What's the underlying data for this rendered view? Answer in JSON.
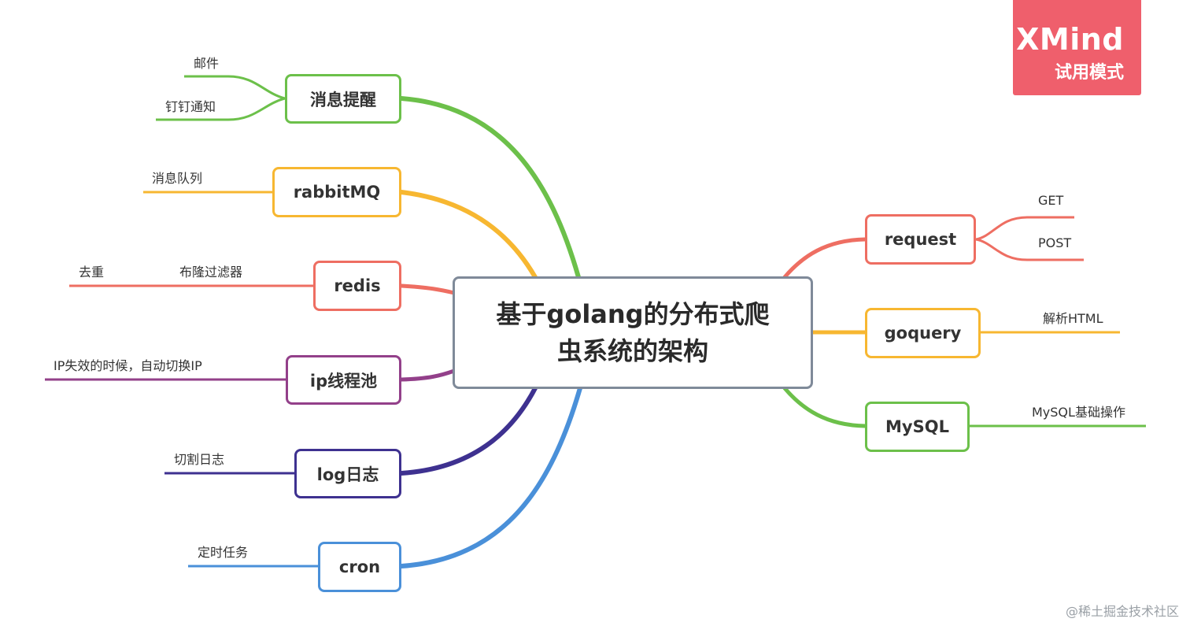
{
  "center_title": {
    "line1": "基于golang的分布式爬",
    "line2": "虫系统的架构"
  },
  "left_branches": [
    {
      "label": "消息提醒",
      "color": "#6cc04a",
      "leaves": [
        "邮件",
        "钉钉通知"
      ]
    },
    {
      "label": "rabbitMQ",
      "color": "#f7b731",
      "leaves": [
        "消息队列"
      ]
    },
    {
      "label": "redis",
      "color": "#ee6e62",
      "leaves": [
        "布隆过滤器",
        "去重"
      ]
    },
    {
      "label": "ip线程池",
      "color": "#93408a",
      "leaves": [
        "IP失效的时候，自动切换IP"
      ]
    },
    {
      "label": "log日志",
      "color": "#3e3190",
      "leaves": [
        "切割日志"
      ]
    },
    {
      "label": "cron",
      "color": "#4a90d9",
      "leaves": [
        "定时任务"
      ]
    }
  ],
  "right_branches": [
    {
      "label": "request",
      "color": "#ee6e62",
      "leaves": [
        "GET",
        "POST"
      ]
    },
    {
      "label": "goquery",
      "color": "#f7b731",
      "leaves": [
        "解析HTML"
      ]
    },
    {
      "label": "MySQL",
      "color": "#6cc04a",
      "leaves": [
        "MySQL基础操作"
      ]
    }
  ],
  "badge": {
    "brand": "XMind",
    "mode": "试用模式",
    "color": "#ef5f6c"
  },
  "footer": "@稀土掘金技术社区"
}
